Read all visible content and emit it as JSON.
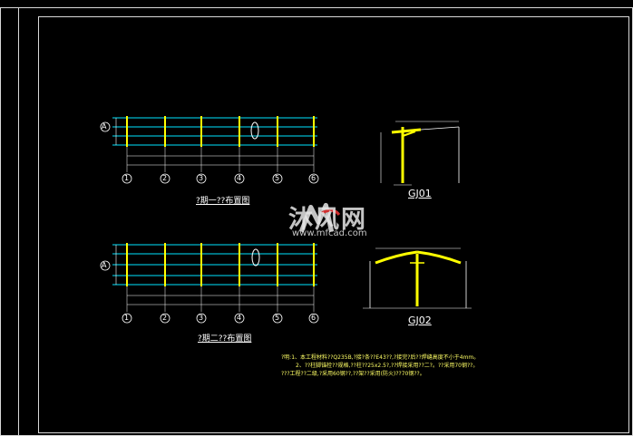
{
  "plans": [
    {
      "title": "?期一??布置图",
      "axes": [
        "1",
        "2",
        "3",
        "4",
        "5",
        "6"
      ],
      "row_axis": "A"
    },
    {
      "title": "?期二??布置图",
      "axes": [
        "1",
        "2",
        "3",
        "4",
        "5",
        "6"
      ],
      "row_axis": "A"
    }
  ],
  "frames": [
    {
      "name": "GJ01"
    },
    {
      "name": "GJ02"
    }
  ],
  "notes": [
    "?明:1、本工程材料??Q235B,?接?条??E43??,?接完?后??焊缝高度不小于4mm。",
    "2、??柱脚锚栓??规格,??柱??25x2.5?,??焊接采用??二?。??采用70钢??。",
    "???工程??二级,?采用60钢??,??架??采用(防火)??70钢??。"
  ],
  "watermark": {
    "text": "沐风网",
    "url": "www.mfcad.com"
  },
  "colors": {
    "frame": "#d8d8d8",
    "beam": "#00e5ff",
    "column": "#ffff00",
    "dim": "#ffffff"
  }
}
